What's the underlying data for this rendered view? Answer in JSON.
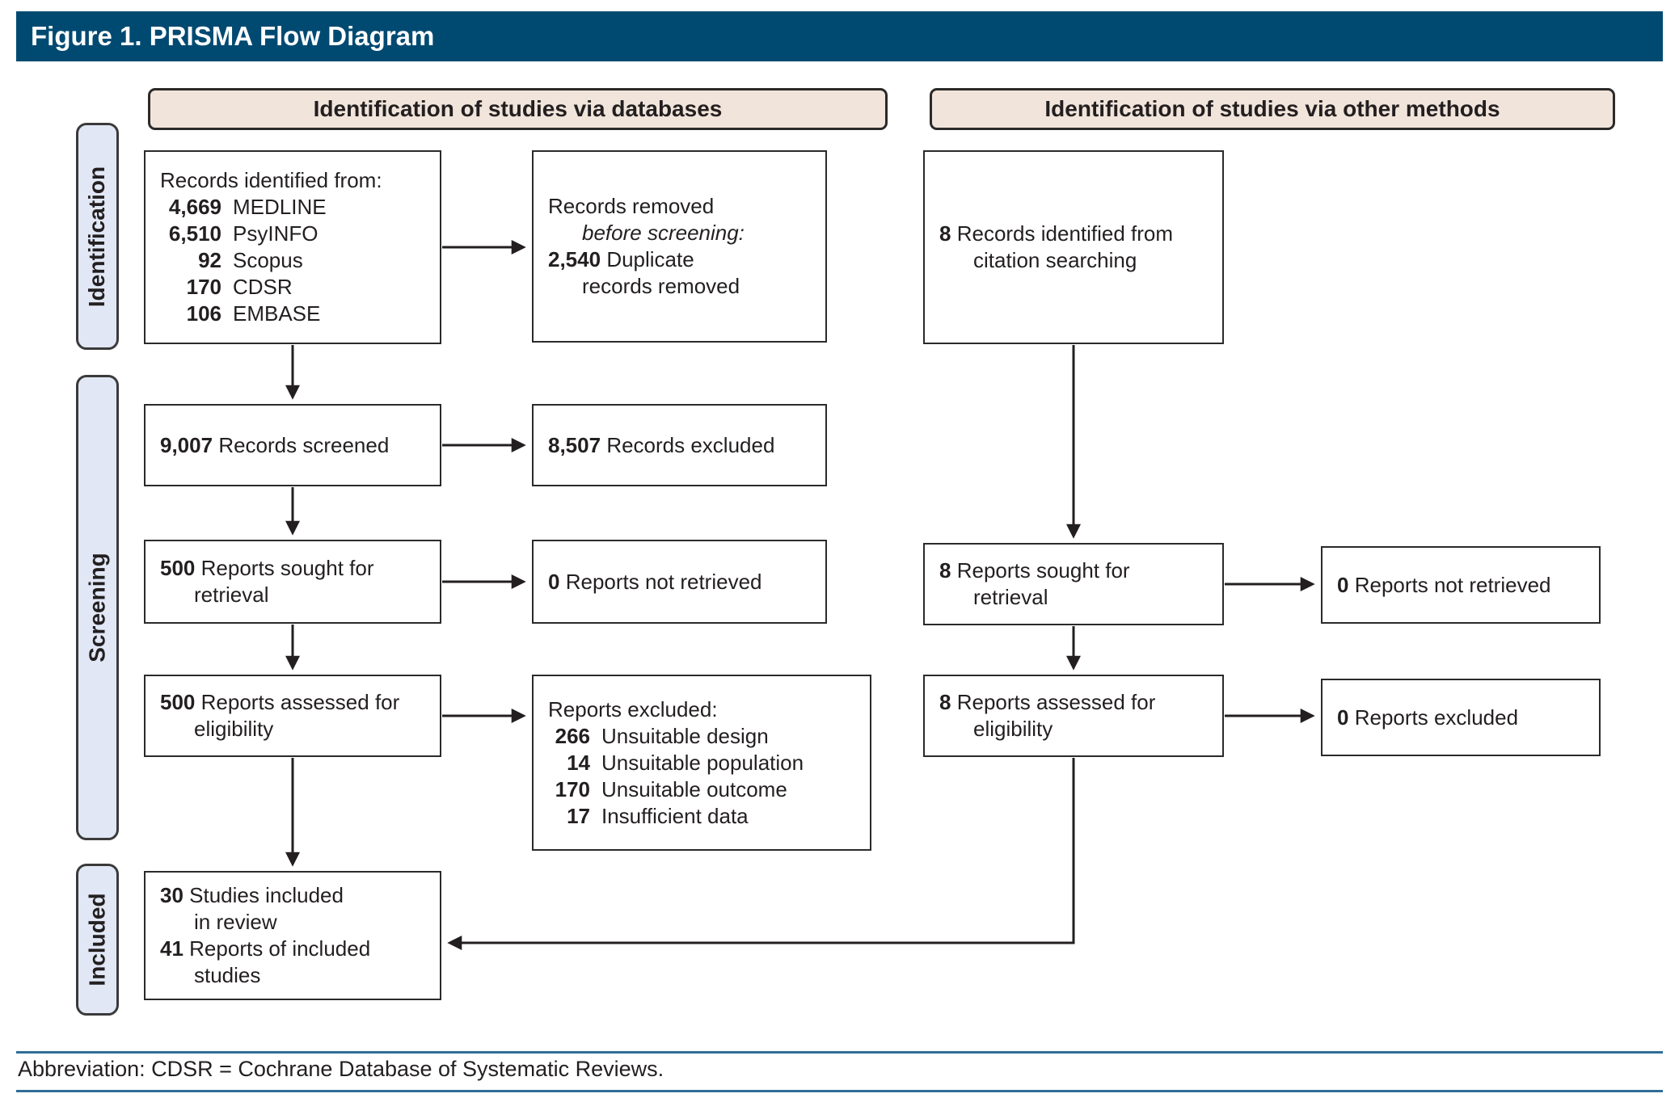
{
  "title": "Figure 1. PRISMA Flow Diagram",
  "column_headers": {
    "databases": "Identification of studies via databases",
    "other_methods": "Identification of studies via other methods"
  },
  "stage_labels": {
    "identification": "Identification",
    "screening": "Screening",
    "included": "Included"
  },
  "boxes": {
    "records_identified": {
      "intro": "Records identified from:",
      "items": [
        {
          "n": "4,669",
          "label": "MEDLINE"
        },
        {
          "n": "6,510",
          "label": "PsyINFO"
        },
        {
          "n": "92",
          "label": "Scopus"
        },
        {
          "n": "170",
          "label": "CDSR"
        },
        {
          "n": "106",
          "label": "EMBASE"
        }
      ]
    },
    "records_removed": {
      "line1": "Records removed",
      "line2_italic": "before screening:",
      "n": "2,540",
      "line3_text": "Duplicate",
      "line4": "records removed"
    },
    "records_screened": {
      "n": "9,007",
      "text": "Records screened"
    },
    "records_excluded": {
      "n": "8,507",
      "text": "Records excluded"
    },
    "reports_sought_db": {
      "n": "500",
      "text": "Reports sought for",
      "cont": "retrieval"
    },
    "reports_not_retrieved_db": {
      "n": "0",
      "text": "Reports not retrieved"
    },
    "reports_assessed_db": {
      "n": "500",
      "text": "Reports assessed for",
      "cont": "eligibility"
    },
    "reports_excluded_detail": {
      "intro": "Reports excluded:",
      "items": [
        {
          "n": "266",
          "label": "Unsuitable design"
        },
        {
          "n": "14",
          "label": "Unsuitable population"
        },
        {
          "n": "170",
          "label": "Unsuitable outcome"
        },
        {
          "n": "17",
          "label": "Insufficient data"
        }
      ]
    },
    "records_citation": {
      "n": "8",
      "text": "Records identified from",
      "cont": "citation searching"
    },
    "reports_sought_other": {
      "n": "8",
      "text": "Reports sought for",
      "cont": "retrieval"
    },
    "reports_not_retrieved_other": {
      "n": "0",
      "text": "Reports not retrieved"
    },
    "reports_assessed_other": {
      "n": "8",
      "text": "Reports assessed for",
      "cont": "eligibility"
    },
    "reports_excluded_other": {
      "n": "0",
      "text": "Reports excluded"
    },
    "included_studies": {
      "n1": "30",
      "t1": "Studies included",
      "c1": "in review",
      "n2": "41",
      "t2": "Reports of included",
      "c2": "studies"
    }
  },
  "footnote": "Abbreviation: CDSR = Cochrane Database of Systematic Reviews.",
  "colors": {
    "title_bar_blue": "#004a72",
    "header_fill_peach": "#f1e5db",
    "stage_fill_blue": "#e1e7f5",
    "box_border": "#2b2a29",
    "rule_blue": "#2f6e96"
  }
}
